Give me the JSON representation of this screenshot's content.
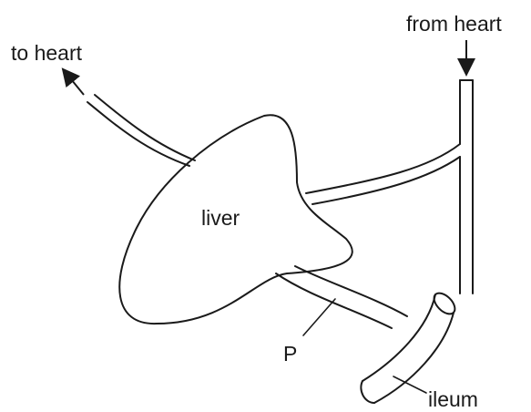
{
  "labels": {
    "to_heart": "to heart",
    "from_heart": "from heart",
    "liver": "liver",
    "p": "P",
    "ileum": "ileum"
  },
  "colors": {
    "ink": "#1a1a1a",
    "background": "#ffffff"
  }
}
